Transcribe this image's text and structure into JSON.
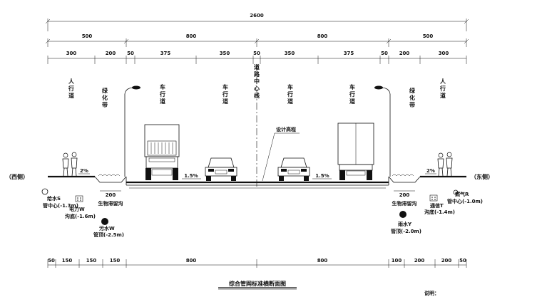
{
  "diagram": {
    "total_width_label": "2600",
    "level1": [
      "500",
      "800",
      "800",
      "500"
    ],
    "level2": [
      "300",
      "200",
      "50",
      "375",
      "350",
      "50",
      "350",
      "375",
      "50",
      "200",
      "300"
    ],
    "bottom_dims": [
      "50",
      "150",
      "150",
      "150",
      "800",
      "800",
      "100",
      "200",
      "200",
      "50"
    ],
    "zones": {
      "sidewalk_w": "人行道",
      "greenbelt_w": "绿化带",
      "lane_w1": "车行道",
      "lane_w2": "车行道",
      "centerline": "道路中心线",
      "lane_e1": "车行道",
      "lane_e2": "车行道",
      "greenbelt_e": "绿化带",
      "sidewalk_e": "人行道"
    },
    "sides": {
      "west": "（西侧）",
      "east": "（东侧）"
    },
    "slopes": {
      "sidewalk_w": "2%",
      "road_w": "1.5%",
      "road_e": "1.5%",
      "sidewalk_e": "2%"
    },
    "design_elevation": "设计高程",
    "ditch_width_w": "200",
    "ditch_width_e": "200",
    "ditch_label": "生物滞留沟",
    "pipes": {
      "water_supply_a": "给水S",
      "water_supply_b": "管中心(-1.3m)",
      "power_a": "电力W",
      "power_b": "沟底(-1.6m)",
      "sewage_a": "污水W",
      "sewage_b": "管顶(-2.5m)",
      "rain_a": "雨水Y",
      "rain_b": "管顶(-2.0m)",
      "telecom_a": "通信T",
      "telecom_b": "沟底(-1.4m)",
      "gas_a": "燃气R",
      "gas_b": "管中心(-1.0m)"
    },
    "title": "综合管网标准横断面图",
    "corner_note": "说明："
  }
}
